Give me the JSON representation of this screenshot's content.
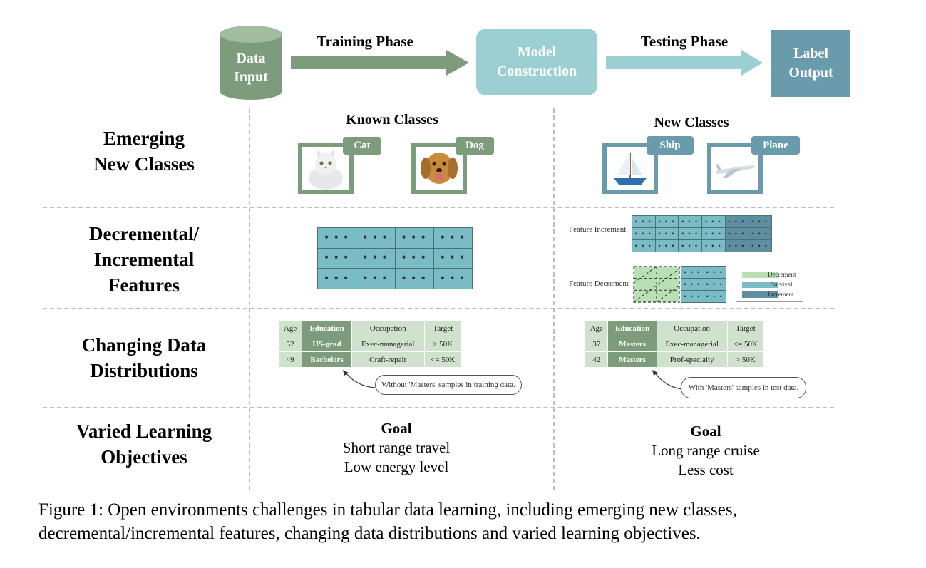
{
  "pipeline": {
    "data_input": "Data Input",
    "training_phase": "Training Phase",
    "model_construction": "Model Construction",
    "testing_phase": "Testing Phase",
    "label_output": "Label Output"
  },
  "rows": {
    "emerging": "Emerging New Classes",
    "features": "Decremental/ Incremental Features",
    "distributions": "Changing Data Distributions",
    "objectives": "Varied Learning Objectives"
  },
  "classes": {
    "known_title": "Known Classes",
    "new_title": "New Classes",
    "cat": "Cat",
    "dog": "Dog",
    "ship": "Ship",
    "plane": "Plane"
  },
  "features": {
    "cell": "• • •",
    "increment_label": "Feature Increment",
    "decrement_label": "Feature Decrement",
    "legend": {
      "decrement": "Decrement",
      "survival": "Survival",
      "increment": "Increment"
    }
  },
  "train_table": {
    "headers": [
      "Age",
      "Education",
      "Occupation",
      "Target"
    ],
    "rows": [
      [
        "52",
        "HS-grad",
        "Exec-managerial",
        "> 50K"
      ],
      [
        "49",
        "Bachelors",
        "Craft-repair",
        "<= 50K"
      ]
    ],
    "note": "Without 'Masters' samples in training data."
  },
  "test_table": {
    "headers": [
      "Age",
      "Education",
      "Occupation",
      "Target"
    ],
    "rows": [
      [
        "37",
        "Masters",
        "Exec-managerial",
        "<= 50K"
      ],
      [
        "42",
        "Masters",
        "Prof-specialty",
        "> 50K"
      ]
    ],
    "note": "With 'Masters' samples in test data."
  },
  "objectives": {
    "left": {
      "title": "Goal",
      "line1": "Short range travel",
      "line2": "Low energy level"
    },
    "right": {
      "title": "Goal",
      "line1": "Long range cruise",
      "line2": "Less cost"
    }
  },
  "caption": {
    "line1": "Figure 1: Open environments challenges in tabular data learning, including emerging new classes,",
    "line2": "decremental/incremental features, changing data distributions and varied learning objectives."
  },
  "colors": {
    "green": "#7d9c7b",
    "light_green": "#cfe2cc",
    "teal": "#9ccfd1",
    "grid_teal": "#79bcc6",
    "blue": "#6a9bac",
    "dark_blue": "#5d8ea1"
  }
}
